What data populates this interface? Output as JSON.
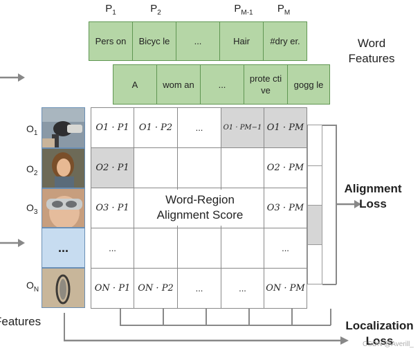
{
  "p_headers": [
    {
      "base": "P",
      "sub": "1"
    },
    {
      "base": "P",
      "sub": "2"
    },
    {
      "base": "P",
      "sub": "M-1"
    },
    {
      "base": "P",
      "sub": "M"
    }
  ],
  "word_row_top": [
    "Pers on",
    "Bicyc le",
    "...",
    "Hair",
    "#dry er."
  ],
  "word_row_bottom": [
    "A",
    "wom an",
    "...",
    "prote ctive",
    "gogg le"
  ],
  "word_features_label": "Word Features",
  "o_labels": [
    {
      "base": "O",
      "sub": "1"
    },
    {
      "base": "O",
      "sub": "2"
    },
    {
      "base": "O",
      "sub": "3"
    },
    {
      "base": "O",
      "sub": "N"
    }
  ],
  "grid_row1": [
    "O1 · P1",
    "O1 · P2",
    "...",
    "O1 · PM−1",
    "O1 · PM"
  ],
  "grid_row2_first": "O2 · P1",
  "grid_row2_last": "O2 · PM",
  "grid_row3_first": "O3 · P1",
  "grid_row3_last": "O3 · PM",
  "grid_row4": [
    "...",
    "..."
  ],
  "grid_row5": [
    "ON · P1",
    "ON · P2",
    "...",
    "...",
    "ON · PM"
  ],
  "center_text": "Word-Region Alignment Score",
  "alignment_loss": "Alignment Loss",
  "localization_loss": "Localization Loss",
  "features_label": "Features",
  "image_tile_dots": "...",
  "watermark": "CSDN @Averill_",
  "icons": {
    "arrow": "right-arrow-icon"
  },
  "colors": {
    "green_fill": "#b5d6a6",
    "green_border": "#5f9652",
    "gray_cell": "#d6d6d6",
    "blue_tile": "#c7dcf0"
  }
}
